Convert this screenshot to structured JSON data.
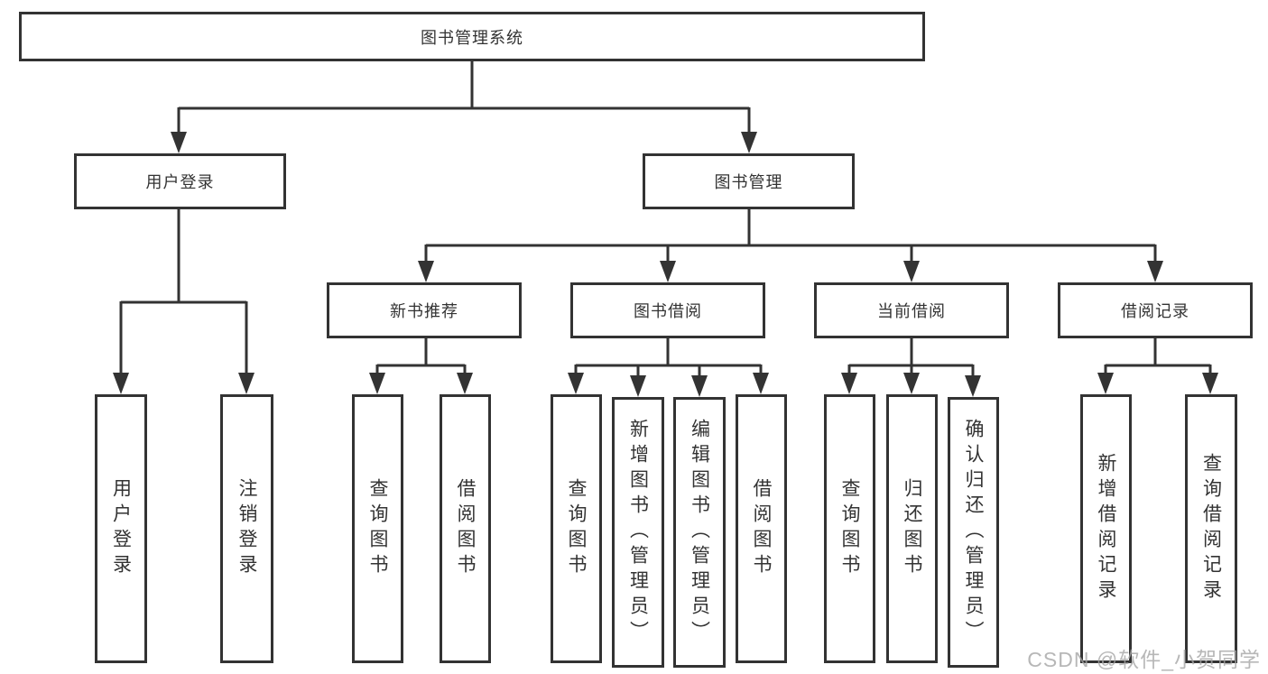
{
  "colors": {
    "line": "#333333",
    "box_border": "#333333",
    "text": "#333333",
    "watermark": "#a5a5a5",
    "background": "#ffffff"
  },
  "watermark": "CSDN @软件_小贺同学",
  "tree": {
    "root": "图书管理系统",
    "branches": [
      {
        "label": "用户登录",
        "leaves": [
          "用户登录",
          "注销登录"
        ]
      },
      {
        "label": "图书管理",
        "groups": [
          {
            "label": "新书推荐",
            "leaves": [
              "查询图书",
              "借阅图书"
            ]
          },
          {
            "label": "图书借阅",
            "leaves": [
              "查询图书",
              "新增图书（管理员）",
              "编辑图书（管理员）",
              "借阅图书"
            ]
          },
          {
            "label": "当前借阅",
            "leaves": [
              "查询图书",
              "归还图书",
              "确认归还（管理员）"
            ]
          },
          {
            "label": "借阅记录",
            "leaves": [
              "新增借阅记录",
              "查询借阅记录"
            ]
          }
        ]
      }
    ]
  }
}
